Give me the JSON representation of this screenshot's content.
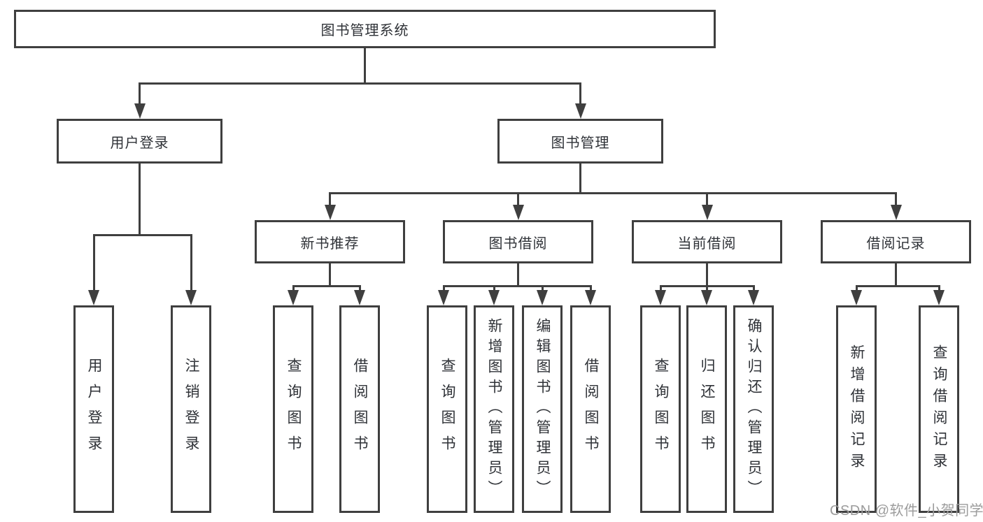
{
  "diagram": {
    "root": {
      "label": "图书管理系统"
    },
    "branches": [
      {
        "label": "用户登录",
        "children": [
          {
            "label": "用户登录"
          },
          {
            "label": "注销登录"
          }
        ]
      },
      {
        "label": "图书管理",
        "children": [
          {
            "label": "新书推荐",
            "children": [
              {
                "label": "查询图书"
              },
              {
                "label": "借阅图书"
              }
            ]
          },
          {
            "label": "图书借阅",
            "children": [
              {
                "label": "查询图书"
              },
              {
                "label": "新增图书（管理员）"
              },
              {
                "label": "编辑图书（管理员）"
              },
              {
                "label": "借阅图书"
              }
            ]
          },
          {
            "label": "当前借阅",
            "children": [
              {
                "label": "查询图书"
              },
              {
                "label": "归还图书"
              },
              {
                "label": "确认归还（管理员）"
              }
            ]
          },
          {
            "label": "借阅记录",
            "children": [
              {
                "label": "新增借阅记录"
              },
              {
                "label": "查询借阅记录"
              }
            ]
          }
        ]
      }
    ]
  },
  "watermark": {
    "text": "CSDN @软件_小贺同学"
  },
  "colors": {
    "line": "#3f3f3f",
    "box_fill": "#ffffff",
    "background": "#ffffff",
    "text": "#2f3237",
    "watermark": "#9c9c9c"
  }
}
